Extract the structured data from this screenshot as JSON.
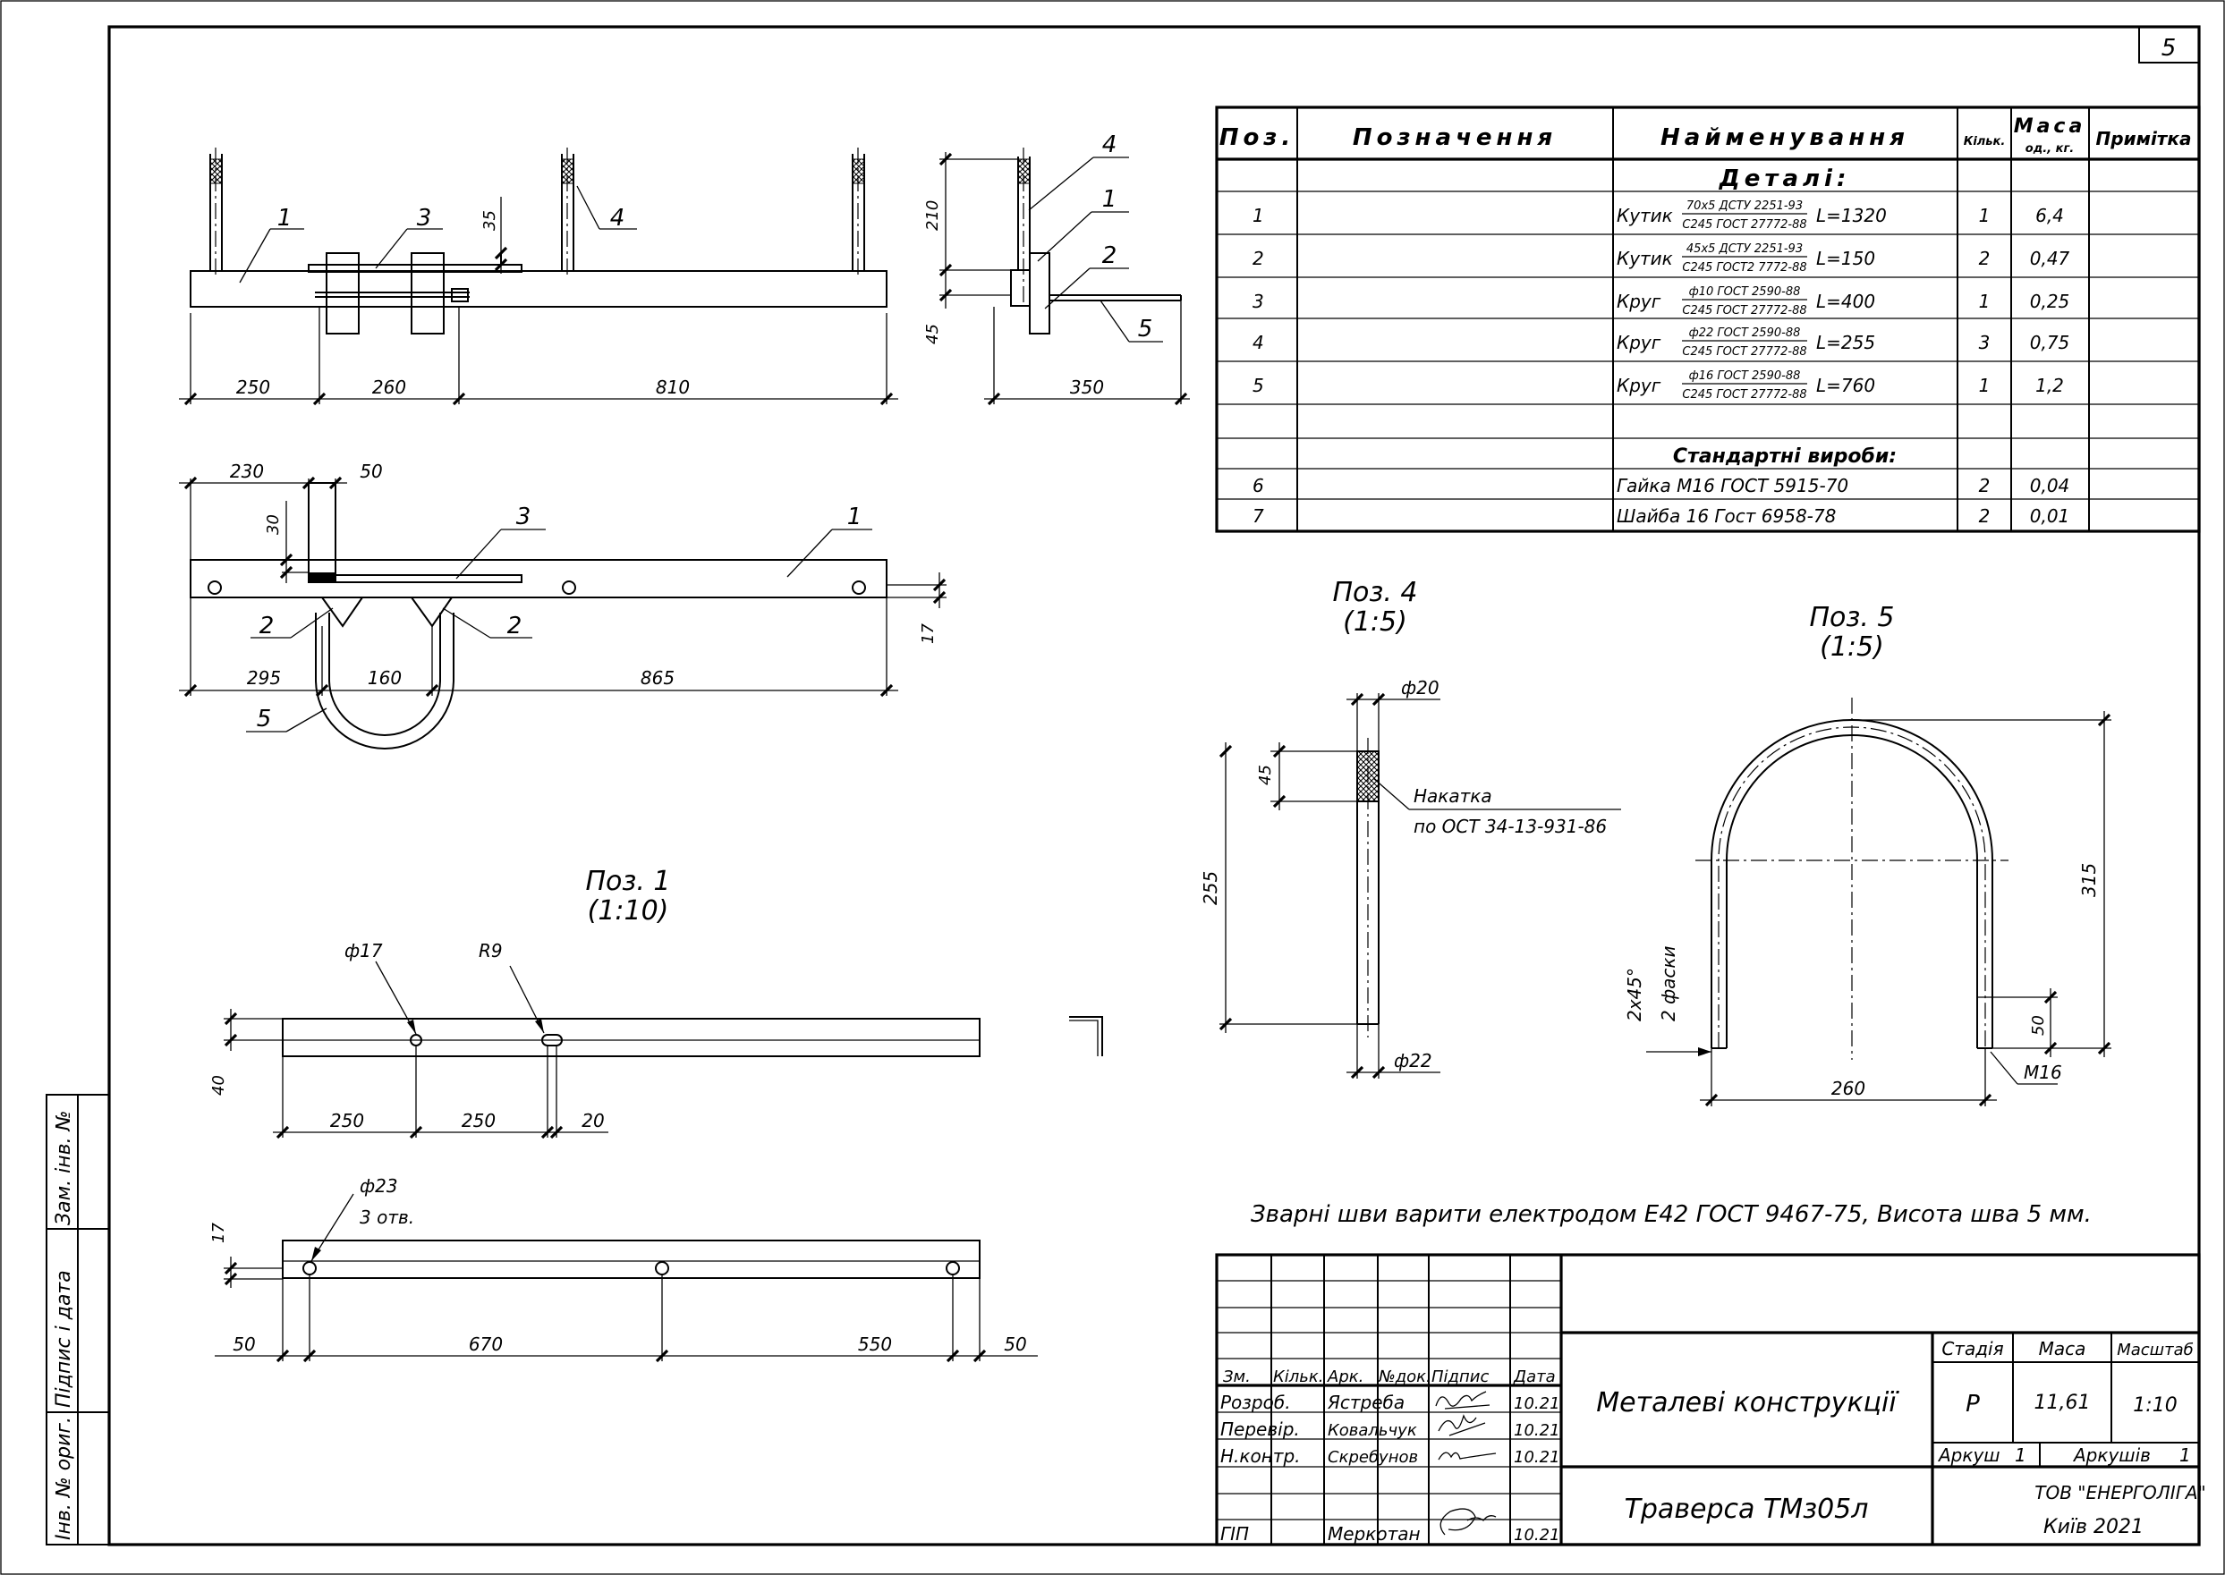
{
  "sheet": {
    "number": "5"
  },
  "side_stamp": {
    "cells": [
      "Зам. інв. №",
      "Підпис і дата",
      "Інв. № ориг."
    ]
  },
  "spec_table": {
    "headers": {
      "pos": "Поз.",
      "designation": "Позначення",
      "name": "Найменування",
      "qty": "Кільк.",
      "mass_top": "Маса",
      "mass_bottom": "од., кг.",
      "note": "Примітка"
    },
    "section_details": "Деталі:",
    "section_standard": "Стандартні вироби:",
    "rows": [
      {
        "pos": "1",
        "name": "Кутик",
        "top": "70х5 ДСТУ 2251-93",
        "bottom": "С245 ГОСТ 27772-88",
        "length": "L=1320",
        "qty": "1",
        "mass": "6,4"
      },
      {
        "pos": "2",
        "name": "Кутик",
        "top": "45х5 ДСТУ 2251-93",
        "bottom": "С245 ГОСТ2 7772-88",
        "length": "L=150",
        "qty": "2",
        "mass": "0,47"
      },
      {
        "pos": "3",
        "name": "Круг",
        "top": "ф10 ГОСТ 2590-88",
        "bottom": "С245 ГОСТ 27772-88",
        "length": "L=400",
        "qty": "1",
        "mass": "0,25"
      },
      {
        "pos": "4",
        "name": "Круг",
        "top": "ф22 ГОСТ 2590-88",
        "bottom": "С245 ГОСТ 27772-88",
        "length": "L=255",
        "qty": "3",
        "mass": "0,75"
      },
      {
        "pos": "5",
        "name": "Круг",
        "top": "ф16 ГОСТ 2590-88",
        "bottom": "С245 ГОСТ 27772-88",
        "length": "L=760",
        "qty": "1",
        "mass": "1,2"
      }
    ],
    "standard_rows": [
      {
        "pos": "6",
        "name": "Гайка М16 ГОСТ 5915-70",
        "qty": "2",
        "mass": "0,04"
      },
      {
        "pos": "7",
        "name": "Шайба 16 Гост 6958-78",
        "qty": "2",
        "mass": "0,01"
      }
    ]
  },
  "views": {
    "front": {
      "dims": [
        "250",
        "260",
        "810",
        "35"
      ],
      "callouts": [
        "1",
        "3",
        "4"
      ]
    },
    "side": {
      "dims": [
        "210",
        "45",
        "350"
      ],
      "callouts": [
        "4",
        "1",
        "2",
        "5"
      ]
    },
    "top": {
      "dims": [
        "230",
        "50",
        "30",
        "295",
        "160",
        "865",
        "17"
      ],
      "callouts": [
        "3",
        "1",
        "2",
        "2",
        "5"
      ]
    },
    "pos1": {
      "title": "Поз. 1",
      "scale": "(1:10)",
      "upper": {
        "hole": "ф17",
        "radius": "R9",
        "dims": [
          "40",
          "250",
          "250",
          "20"
        ]
      },
      "lower": {
        "hole": "ф23",
        "holes_note": "3 отв.",
        "dims": [
          "17",
          "50",
          "670",
          "550",
          "50"
        ]
      }
    },
    "pos4": {
      "title": "Поз. 4",
      "scale": "(1:5)",
      "dia_top": "ф20",
      "dia_bottom": "ф22",
      "knurl_len": "45",
      "length": "255",
      "note_1": "Накатка",
      "note_2": "по ОСТ 34-13-931-86"
    },
    "pos5": {
      "title": "Поз. 5",
      "scale": "(1:5)",
      "height": "315",
      "width": "260",
      "thread_len": "50",
      "thread": "М16",
      "chamfer_1": "2х45°",
      "chamfer_2": "2 фаски"
    }
  },
  "weld_note": "Зварні шви варити електродом Е42 ГОСТ 9467-75, Висота шва 5 мм.",
  "title_block": {
    "headers": [
      "Зм.",
      "Кільк.",
      "Арк.",
      "№док.",
      "Підпис",
      "Дата"
    ],
    "people": [
      {
        "role": "Розроб.",
        "name": "Ястреба",
        "date": "10.21"
      },
      {
        "role": "Перевір.",
        "name": "Ковальчук",
        "date": "10.21"
      },
      {
        "role": "Н.контр.",
        "name": "Скребунов",
        "date": "10.21"
      },
      {
        "role": "ГІП",
        "name": "Меркотан",
        "date": "10.21"
      }
    ],
    "document": "Металеві конструкції",
    "part": "Траверса ТМз05л",
    "stage_label": "Стадія",
    "stage": "Р",
    "mass_label": "Маса",
    "mass": "11,61",
    "scale_label": "Масштаб",
    "scale": "1:10",
    "sheet_label": "Аркуш",
    "sheet": "1",
    "sheets_label": "Аркушів",
    "sheets": "1",
    "company": "ТОВ \"ЕНЕРГОЛІГА\"",
    "city_year": "Київ 2021"
  }
}
